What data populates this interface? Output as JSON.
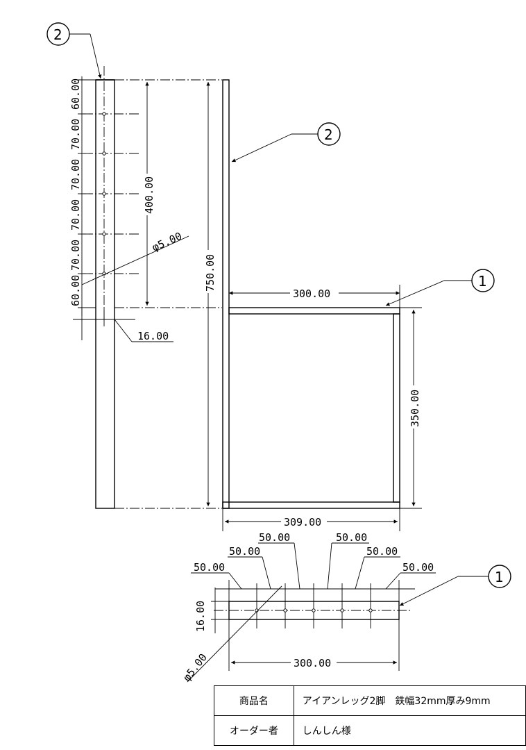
{
  "callouts": {
    "part1": "1",
    "part2": "2"
  },
  "side_view": {
    "hole_pitches": [
      "60.00",
      "70.00",
      "70.00",
      "70.00",
      "70.00",
      "60.00"
    ],
    "hole_span": "400.00",
    "hole_dia": "φ5.00",
    "leg_height": "750.00",
    "hole_offset": "16.00"
  },
  "front_view": {
    "shelf_width": "300.00",
    "frame_height": "350.00",
    "outer_width": "309.00"
  },
  "plate_view": {
    "pitches": [
      "50.00",
      "50.00",
      "50.00",
      "50.00",
      "50.00",
      "50.00"
    ],
    "height": "16.00",
    "width": "300.00",
    "hole_dia": "φ5.00"
  },
  "titleblock": {
    "product_label": "商品名",
    "product_value": "アイアンレッグ2脚　鉄幅32mm厚み9mm",
    "orderer_label": "オーダー者",
    "orderer_value": "しんしん様"
  }
}
